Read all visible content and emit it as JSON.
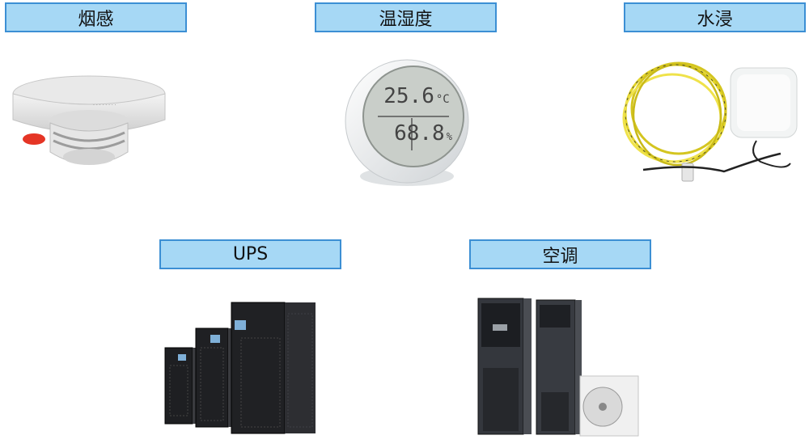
{
  "labels": {
    "smoke": "烟感",
    "temp_humidity": "温湿度",
    "water_leak": "水浸",
    "ups": "UPS",
    "aircon": "空调"
  },
  "thermo_display": {
    "temperature": "25.6",
    "temperature_unit": "°C",
    "humidity": "68.8",
    "humidity_unit": "%"
  },
  "colors": {
    "label_fill": "#a6d8f5",
    "label_border": "#3c8fd4"
  }
}
